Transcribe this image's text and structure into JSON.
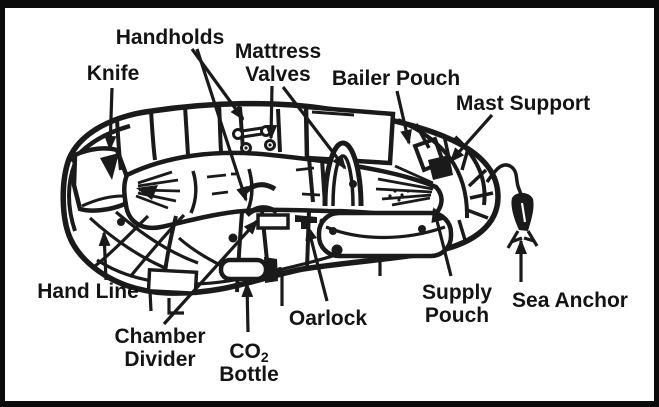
{
  "frame": {
    "border_color": "#0b0b0b",
    "background": "#ffffff",
    "ink_color": "#1a1a1a"
  },
  "diagram": {
    "subject": "Life raft components diagram",
    "labels": {
      "handholds": {
        "text": "Handholds"
      },
      "knife": {
        "text": "Knife"
      },
      "mattress_valves": {
        "line1": "Mattress",
        "line2": "Valves"
      },
      "bailer_pouch": {
        "text": "Bailer Pouch"
      },
      "mast_support": {
        "text": "Mast Support"
      },
      "hand_line": {
        "text": "Hand Line"
      },
      "chamber_divider": {
        "line1": "Chamber",
        "line2": "Divider"
      },
      "co2_bottle": {
        "base": "CO",
        "sub": "2",
        "line2": "Bottle"
      },
      "oarlock": {
        "text": "Oarlock"
      },
      "supply_pouch": {
        "line1": "Supply",
        "line2": "Pouch"
      },
      "sea_anchor": {
        "text": "Sea Anchor"
      }
    }
  }
}
